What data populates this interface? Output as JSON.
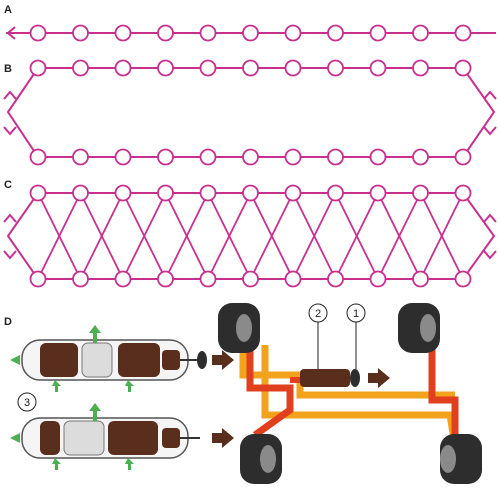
{
  "colors": {
    "magenta": "#c7308f",
    "orange": "#f2a21b",
    "red": "#e0401e",
    "green": "#4caf50",
    "brown": "#5a2e1c",
    "tire": "#2d2d2d",
    "hub": "#8a8a8a"
  },
  "panels": {
    "a": {
      "label": "A"
    },
    "b": {
      "label": "B"
    },
    "c": {
      "label": "C"
    },
    "d": {
      "label": "D"
    }
  },
  "callouts": [
    "2",
    "1",
    "3"
  ],
  "icons": [
    "arrow-left-icon",
    "arrow-up-icon",
    "arrow-right-icon",
    "wheel-icon"
  ]
}
